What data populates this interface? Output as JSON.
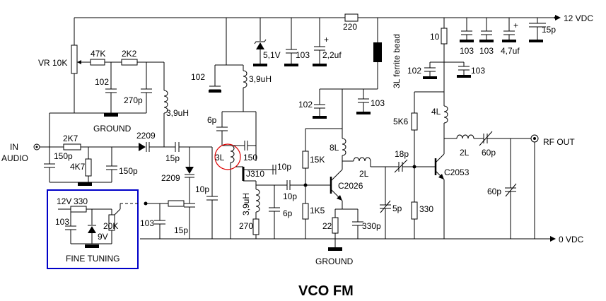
{
  "title": "VCO FM",
  "rails": {
    "supply": "12 VDC",
    "ground_rail": "0 VDC",
    "rf_out": "RF OUT"
  },
  "labels": {
    "vr": "VR 10K",
    "r47k": "47K",
    "r2k2": "2K2",
    "c102a": "102",
    "c270p": "270p",
    "ground_top": "GROUND",
    "l39a": "3,9uH",
    "in": "IN",
    "audio": "AUDIO",
    "r2k7": "2K7",
    "c150pa": "150p",
    "r4k7": "4K7",
    "c150pb": "150p",
    "d2209a": "2209",
    "c15pa": "15p",
    "d2209b": "2209",
    "c10pa": "10p",
    "c15pb": "15p",
    "c103ft": "103",
    "ft_12v": "12V",
    "ft_330": "330",
    "ft_103": "103",
    "ft_20k": "20K",
    "ft_9v": "9V",
    "fine_tuning": "FINE TUNING",
    "c102b": "102",
    "l39b": "3,9uH",
    "c6pa": "6p",
    "l3l": "3L",
    "c150c": "150",
    "j310": "J310",
    "c10pb": "10p",
    "c10pc": "10p",
    "l39c": "3,9uH",
    "c6pb": "6p",
    "r270": "270",
    "z51": "5,1V",
    "c103a": "103",
    "c22uf": "2,2uf",
    "r220": "220",
    "ferrite": "3L ferrite bead",
    "c102c": "102",
    "c103b": "103",
    "r15k": "15K",
    "l8l": "8L",
    "l2la": "2L",
    "c2026": "C2026",
    "r1k5": "1K5",
    "r22": "22",
    "c330p": "330p",
    "ground_bottom": "GROUND",
    "c18p": "18p",
    "c5p": "5p",
    "r5k6": "5K6",
    "r330b": "330",
    "r10": "10",
    "c103c": "103",
    "c103d": "103",
    "c47uf": "4,7uf",
    "c15p_top": "15p",
    "c102d": "102",
    "c103e": "103",
    "l4l": "4L",
    "c2053": "C2053",
    "l2lb": "2L",
    "c60pa": "60p",
    "c60pb": "60p"
  },
  "colors": {
    "box": "#0000c8",
    "highlight": "#dd0000",
    "ink": "#000000"
  }
}
